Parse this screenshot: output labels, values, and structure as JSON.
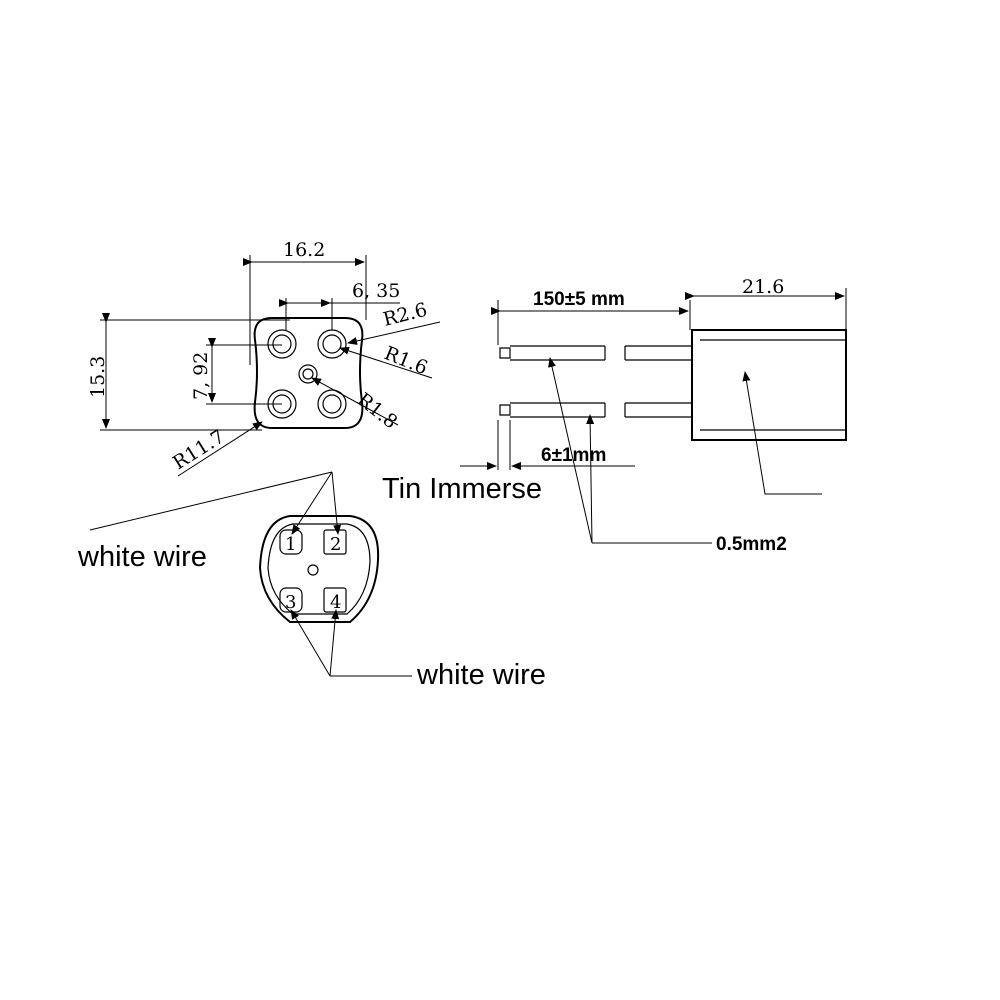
{
  "dimensions": {
    "width_top": "16.2",
    "pin_spacing": "6, 35",
    "radius_outer": "R2.6",
    "radius_inner": "R1.6",
    "radius_center": "R1.8",
    "radius_body": "R11.7",
    "height": "15.3",
    "pin_vertical": "7, 92",
    "wire_length": "150±5 mm",
    "body_length": "21.6",
    "strip_length": "6±1mm",
    "wire_gauge": "0.5mm2"
  },
  "labels": {
    "tin_immerse": "Tin Immerse",
    "white_wire_top": "white wire",
    "white_wire_bottom": "white wire"
  },
  "pins": [
    "1",
    "2",
    "3",
    "4"
  ]
}
